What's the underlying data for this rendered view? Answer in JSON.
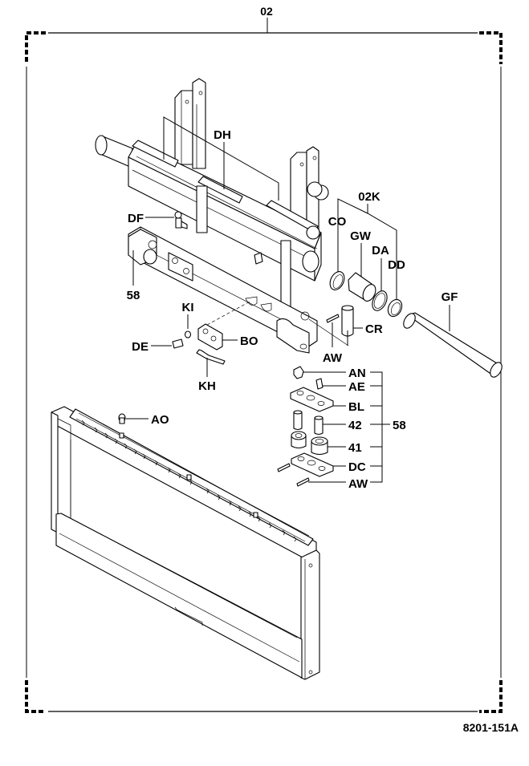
{
  "diagram": {
    "assembly_label": "02",
    "drawing_number": "8201-151A",
    "callouts": {
      "DH": "DH",
      "DF": "DF",
      "58_left": "58",
      "KI": "KI",
      "DE": "DE",
      "BO": "BO",
      "KH": "KH",
      "02K": "02K",
      "CO": "CO",
      "GW": "GW",
      "DA": "DA",
      "DD": "DD",
      "GF": "GF",
      "CR": "CR",
      "AW_top": "AW",
      "AN": "AN",
      "AE": "AE",
      "BL": "BL",
      "42": "42",
      "41": "41",
      "DC": "DC",
      "AW_bottom": "AW",
      "58_right": "58",
      "AO": "AO"
    },
    "parts": [
      "mast-upright-left",
      "mast-upright-right",
      "carriage-crossbar",
      "slide-rails",
      "grease-nipple-DF",
      "roller-bracket-58",
      "retaining-bolt-DE",
      "washer-KI",
      "bracket-BO",
      "hook-KH",
      "collar-CO",
      "bushing-GW",
      "snap-ring-DA",
      "seal-DD",
      "shaft-GF",
      "pin-CR",
      "spring-pin-AW",
      "grease-nipple-AN",
      "grease-nipple-AE",
      "plate-BL",
      "bushing-42",
      "roller-41",
      "plate-DC",
      "spring-pin-AW-lower",
      "fork-carriage-frame",
      "grease-nipple-AO"
    ]
  }
}
